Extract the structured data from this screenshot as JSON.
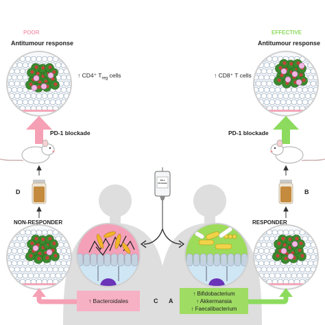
{
  "left_panel": {
    "status": "POOR",
    "response_title": "Antitumour response",
    "cells_label": "↑ CD4⁺ T",
    "cells_sub": "reg",
    "cells_suffix": " cells",
    "treatment_label": "PD-1 blockade",
    "step_letter": "D",
    "responder_label": "NON-RESPONDER",
    "gut_letter": "C",
    "bacteria": [
      "↑ Bacteroidales"
    ]
  },
  "right_panel": {
    "status": "EFFECTIVE",
    "response_title": "Antitumour response",
    "cells_label": "↑ CD8⁺ T cells",
    "treatment_label": "PD-1 blockade",
    "step_letter": "B",
    "responder_label": "RESPONDER",
    "gut_letter": "A",
    "bacteria": [
      "↑ Bifidobacterium",
      "↑ Akkermansia",
      "↑ Faecalibacterium"
    ]
  },
  "iv_bag_label": "PD-1 blockade",
  "colors": {
    "poor": "#f5a0b4",
    "effective": "#8ddb5e",
    "left_gut_bg": "#f39db6",
    "right_gut_bg": "#99d858",
    "tumour_green": "#3a8a2e",
    "tumour_red": "#c4433a",
    "epithelium": "#b9c8d8",
    "silhouette": "#dcdcdc",
    "dendritic": "#6a35b8"
  }
}
